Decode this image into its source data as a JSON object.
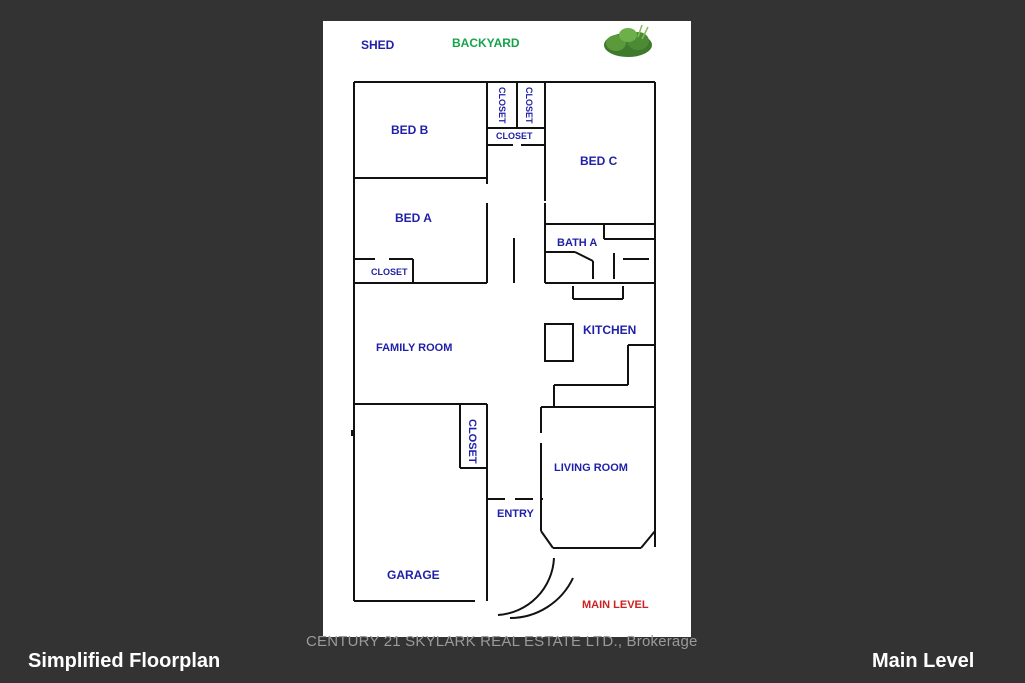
{
  "plan": {
    "labels": {
      "shed": "SHED",
      "backyard": "BACKYARD",
      "bed_b": "BED B",
      "bed_c": "BED C",
      "bed_a": "BED A",
      "closet_1": "CLOSET",
      "closet_2": "CLOSET",
      "closet_3": "CLOSET",
      "closet_4": "CLOSET",
      "closet_garage": "CLOSET",
      "bath_a": "BATH A",
      "kitchen": "KITCHEN",
      "family_room": "FAMILY ROOM",
      "living_room": "LIVING ROOM",
      "entry": "ENTRY",
      "garage": "GARAGE",
      "main_level_mark": "MAIN LEVEL"
    },
    "plant_icon": "shrub-icon"
  },
  "watermark": "CENTURY 21 SKYLARK REAL ESTATE LTD., Brokerage",
  "captions": {
    "left": "Simplified Floorplan",
    "right": "Main Level"
  },
  "colors": {
    "background": "#333333",
    "room_label": "#1f1fa8",
    "backyard_label": "#16a34a",
    "level_label": "#cc2222"
  }
}
